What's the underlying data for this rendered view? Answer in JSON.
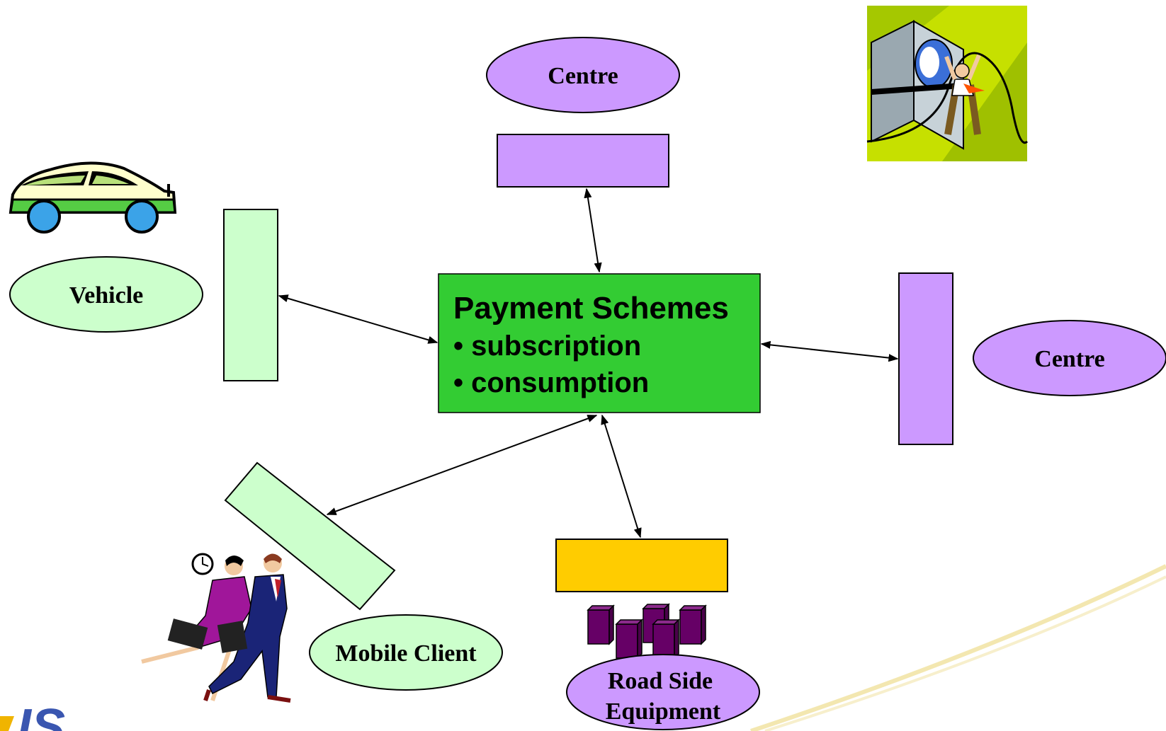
{
  "nodes": {
    "centre_top": "Centre",
    "centre_right": "Centre",
    "vehicle": "Vehicle",
    "mobile_client": "Mobile Client",
    "road_side_line1": "Road Side",
    "road_side_line2": "Equipment"
  },
  "payment": {
    "title": "Payment Schemes",
    "items": [
      "• subscription",
      "• consumption"
    ]
  },
  "colors": {
    "purple": "#cc99ff",
    "green_light": "#ccffcc",
    "green_main": "#33cc33",
    "gold": "#ffcc00",
    "building": "#660066"
  },
  "logo": {
    "text": "IS"
  }
}
